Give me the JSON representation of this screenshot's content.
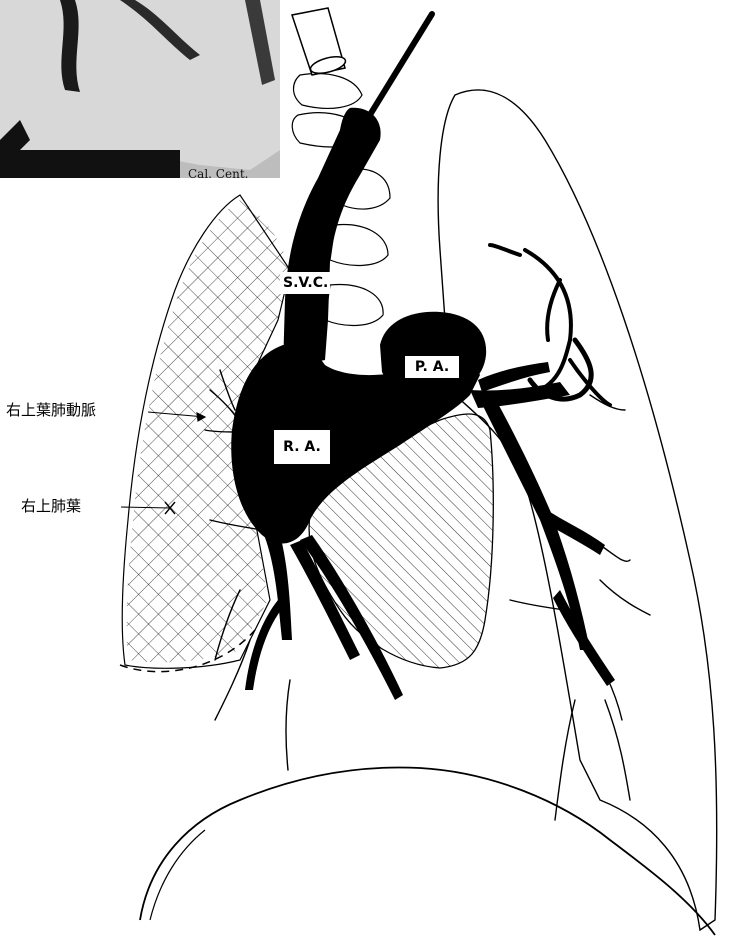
{
  "diagram": {
    "labels": {
      "svc": "S.V.C.",
      "pa": "P. A.",
      "ra": "R. A."
    },
    "callouts": {
      "upper_lobe_pulmonary_artery": "右上葉肺動脈",
      "upper_lobe": "右上肺葉"
    },
    "colors": {
      "ink": "#000000",
      "paper": "#ffffff",
      "xray_gray": "#6b6b6b"
    }
  }
}
